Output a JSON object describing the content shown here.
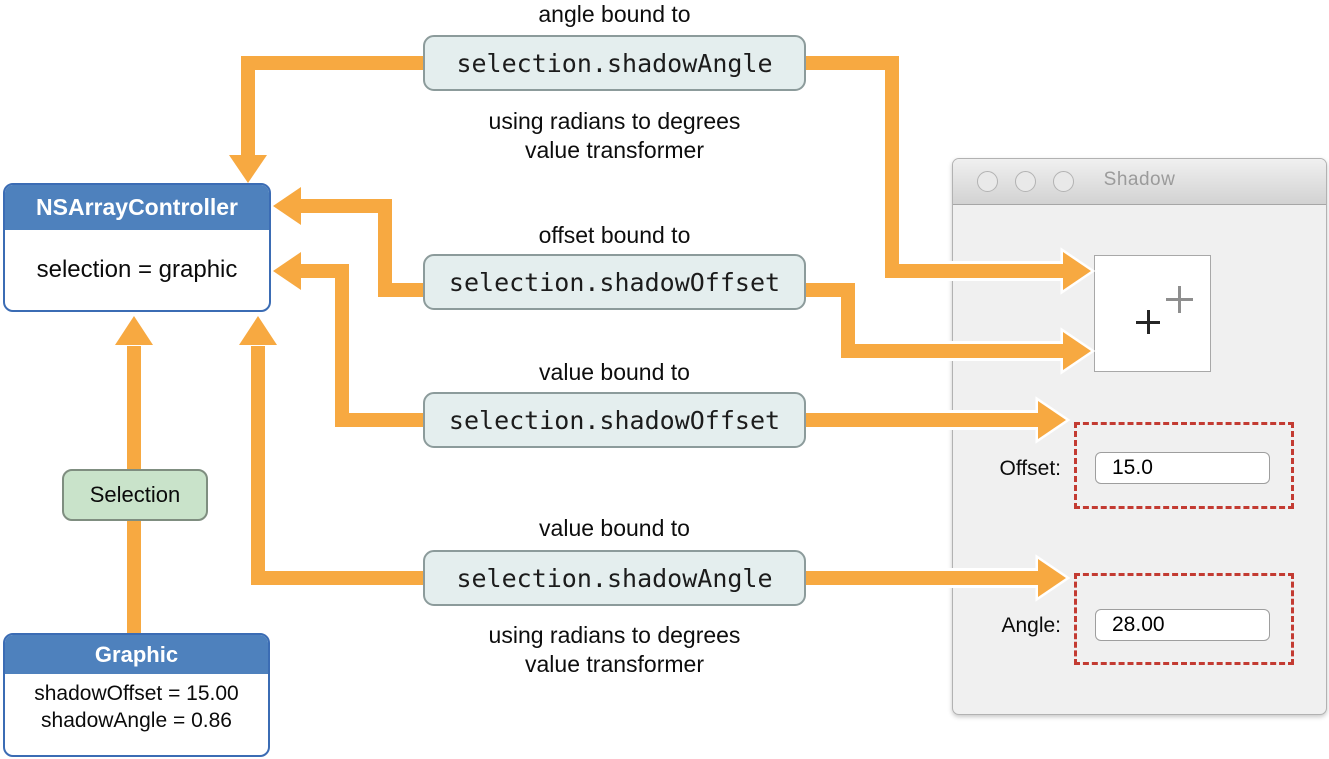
{
  "diagram": {
    "controller": {
      "title": "NSArrayController",
      "detail": "selection = graphic"
    },
    "selection_label": "Selection",
    "graphic": {
      "title": "Graphic",
      "property1": "shadowOffset = 15.00",
      "property2": "shadowAngle = 0.86"
    },
    "bindings": [
      {
        "label": "angle bound to",
        "key": "selection.shadowAngle",
        "note1": "using radians to degrees",
        "note2": "value transformer"
      },
      {
        "label": "offset bound to",
        "key": "selection.shadowOffset"
      },
      {
        "label": "value bound to",
        "key": "selection.shadowOffset"
      },
      {
        "label": "value bound to",
        "key": "selection.shadowAngle",
        "note1": "using radians to degrees",
        "note2": "value transformer"
      }
    ]
  },
  "window": {
    "title": "Shadow",
    "offset": {
      "label": "Offset:",
      "value": "15.0"
    },
    "angle": {
      "label": "Angle:",
      "value": "28.00"
    }
  },
  "colors": {
    "arrow_orange": "#f7a941",
    "class_header_blue": "#4e81bd",
    "pill_teal": "#e4eeee",
    "selection_green": "#c9e3ca",
    "highlight_red": "#c33b32"
  }
}
